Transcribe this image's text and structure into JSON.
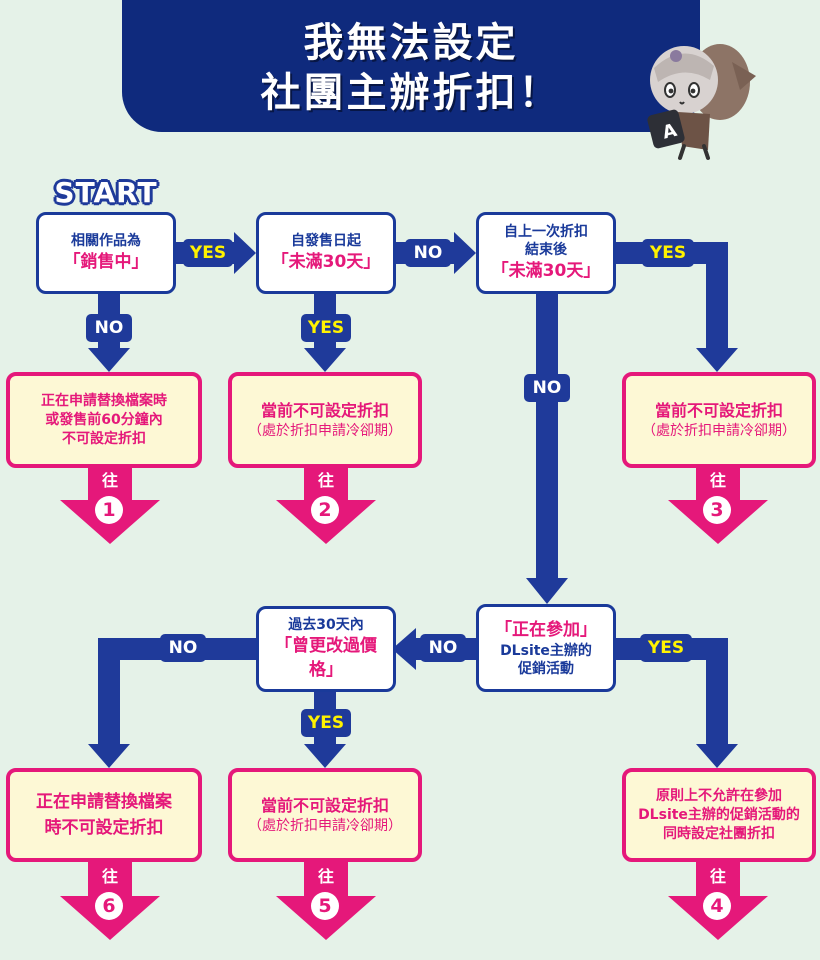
{
  "header": {
    "title_line1": "我無法設定",
    "title_line2": "社團主辦折扣！"
  },
  "start_label": "START",
  "mascot": {
    "icon": "mascot-girl-icon",
    "sign_letter": "A"
  },
  "decisions": {
    "d1": {
      "line1": "相關作品為",
      "highlight": "「銷售中」"
    },
    "d2": {
      "line1": "自發售日起",
      "highlight": "「未滿30天」"
    },
    "d3": {
      "line1": "自上一次折扣",
      "line2": "結束後",
      "highlight": "「未滿30天」"
    },
    "d4": {
      "highlight": "「正在參加」",
      "line1": "DLsite主辦的",
      "line2": "促銷活動"
    },
    "d5": {
      "line1": "過去30天內",
      "highlight": "「曾更改過價格」"
    }
  },
  "results": {
    "r1": {
      "lines": [
        "正在申請替換檔案時",
        "或發售前60分鐘內",
        "不可設定折扣"
      ]
    },
    "r2": {
      "main": "當前不可設定折扣",
      "sub": "（處於折扣申請冷卻期）"
    },
    "r3": {
      "main": "當前不可設定折扣",
      "sub": "（處於折扣申請冷卻期）"
    },
    "r4": {
      "lines": [
        "原則上不允許在參加",
        "DLsite主辦的促銷活動的",
        "同時設定社團折扣"
      ]
    },
    "r5": {
      "main": "當前不可設定折扣",
      "sub": "（處於折扣申請冷卻期）"
    },
    "r6": {
      "lines": [
        "正在申請替換檔案",
        "時不可設定折扣"
      ]
    }
  },
  "edge_labels": {
    "d1_yes": "YES",
    "d1_no": "NO",
    "d2_no": "NO",
    "d2_yes": "YES",
    "d3_yes": "YES",
    "d3_no": "NO",
    "d4_no": "NO",
    "d4_yes": "YES",
    "d5_no": "NO",
    "d5_yes": "YES"
  },
  "goto": {
    "label": "往",
    "g1": "1",
    "g2": "2",
    "g3": "3",
    "g4": "4",
    "g5": "5",
    "g6": "6"
  },
  "colors": {
    "background": "#e5f2e8",
    "navy": "#0f2a7d",
    "flow_blue": "#1f3a9a",
    "magenta": "#e5187a",
    "result_fill": "#fdf8d5",
    "yes_text": "#fff200"
  }
}
